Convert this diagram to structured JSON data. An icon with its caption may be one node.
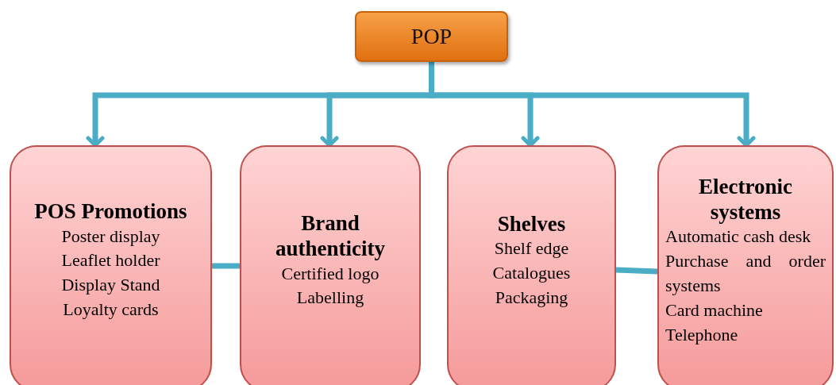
{
  "diagram": {
    "nodes": [
      {
        "text": [
          "POP"
        ]
      },
      {
        "text": [
          "POS Promotions",
          "Poster display",
          "Leaflet holder",
          "Display Stand",
          "Loyalty cards"
        ]
      },
      {
        "text": [
          "Brand authenticity",
          "Certified logo",
          "Labelling"
        ]
      },
      {
        "text": [
          "Shelves",
          "Shelf edge",
          "Catalogues",
          "Packaging"
        ]
      },
      {
        "text": [
          "Electronic systems",
          "Automatic cash desk",
          "Purchase and order systems",
          "Card machine",
          "Telephone"
        ]
      }
    ],
    "edges": [
      {
        "from": 0,
        "to": 1,
        "arrow": "to"
      },
      {
        "from": 0,
        "to": 2,
        "arrow": "to"
      },
      {
        "from": 0,
        "to": 3,
        "arrow": "to"
      },
      {
        "from": 0,
        "to": 4,
        "arrow": "to"
      },
      {
        "from": 1,
        "to": 2,
        "arrow": "none"
      },
      {
        "from": 3,
        "to": 4,
        "arrow": "none"
      }
    ]
  }
}
